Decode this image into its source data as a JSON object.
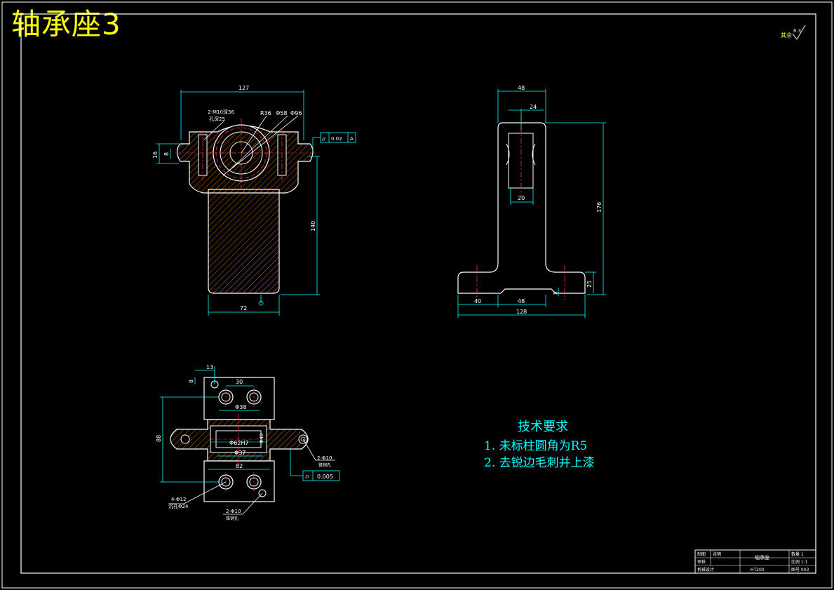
{
  "title": "轴承座3",
  "roughness_note": {
    "prefix": "其余",
    "value": "6.3"
  },
  "tolerance_frame_top": {
    "symbol": "//",
    "value": "0.02",
    "datum": "A"
  },
  "tolerance_frame_bottom": {
    "symbol": "⌭",
    "value": "0.005"
  },
  "front_view": {
    "width_127": "127",
    "hole_note_1": "2-M10深36",
    "hole_note_2": "孔深25",
    "r36": "R36",
    "d58": "Φ58",
    "d96": "Φ96",
    "dim_16": "16",
    "dim_8": "8",
    "dim_140": "140",
    "dim_72": "72"
  },
  "side_view": {
    "dim_48_top": "48",
    "dim_24": "24",
    "dim_20": "20",
    "dim_176": "176",
    "dim_25": "25",
    "dim_5": "5",
    "dim_40": "40",
    "dim_48_bottom": "48",
    "dim_128": "128"
  },
  "top_view": {
    "dim_13": "13",
    "dim_8": "8",
    "dim_30": "30",
    "dim_38": "Φ38",
    "dim_88": "88",
    "dim_62h7": "Φ62H7",
    "dim_40": "Φ40",
    "dim_37": "Φ37",
    "dim_82": "82",
    "note_2d10_right": "2-Φ10",
    "note_right_sub": "锥销孔",
    "note_4d12": "4-Φ12",
    "note_4d12_sub": "沉孔Φ24",
    "note_2d10_bottom": "2-Φ10",
    "note_bottom_sub": "锥销孔"
  },
  "technical_requirements": {
    "heading": "技术要求",
    "items": [
      "1. 未标柱圆角为R5",
      "2. 去锐边毛刺并上漆"
    ]
  },
  "title_block": {
    "r1c1": "制图",
    "r1c2": "张明",
    "r2c1": "审核",
    "r3c1": "机械设计",
    "name": "轴承座",
    "qty": "数量 1",
    "scale": "比例 1:1",
    "material": "HT200",
    "drawing_no": "图号 003"
  }
}
